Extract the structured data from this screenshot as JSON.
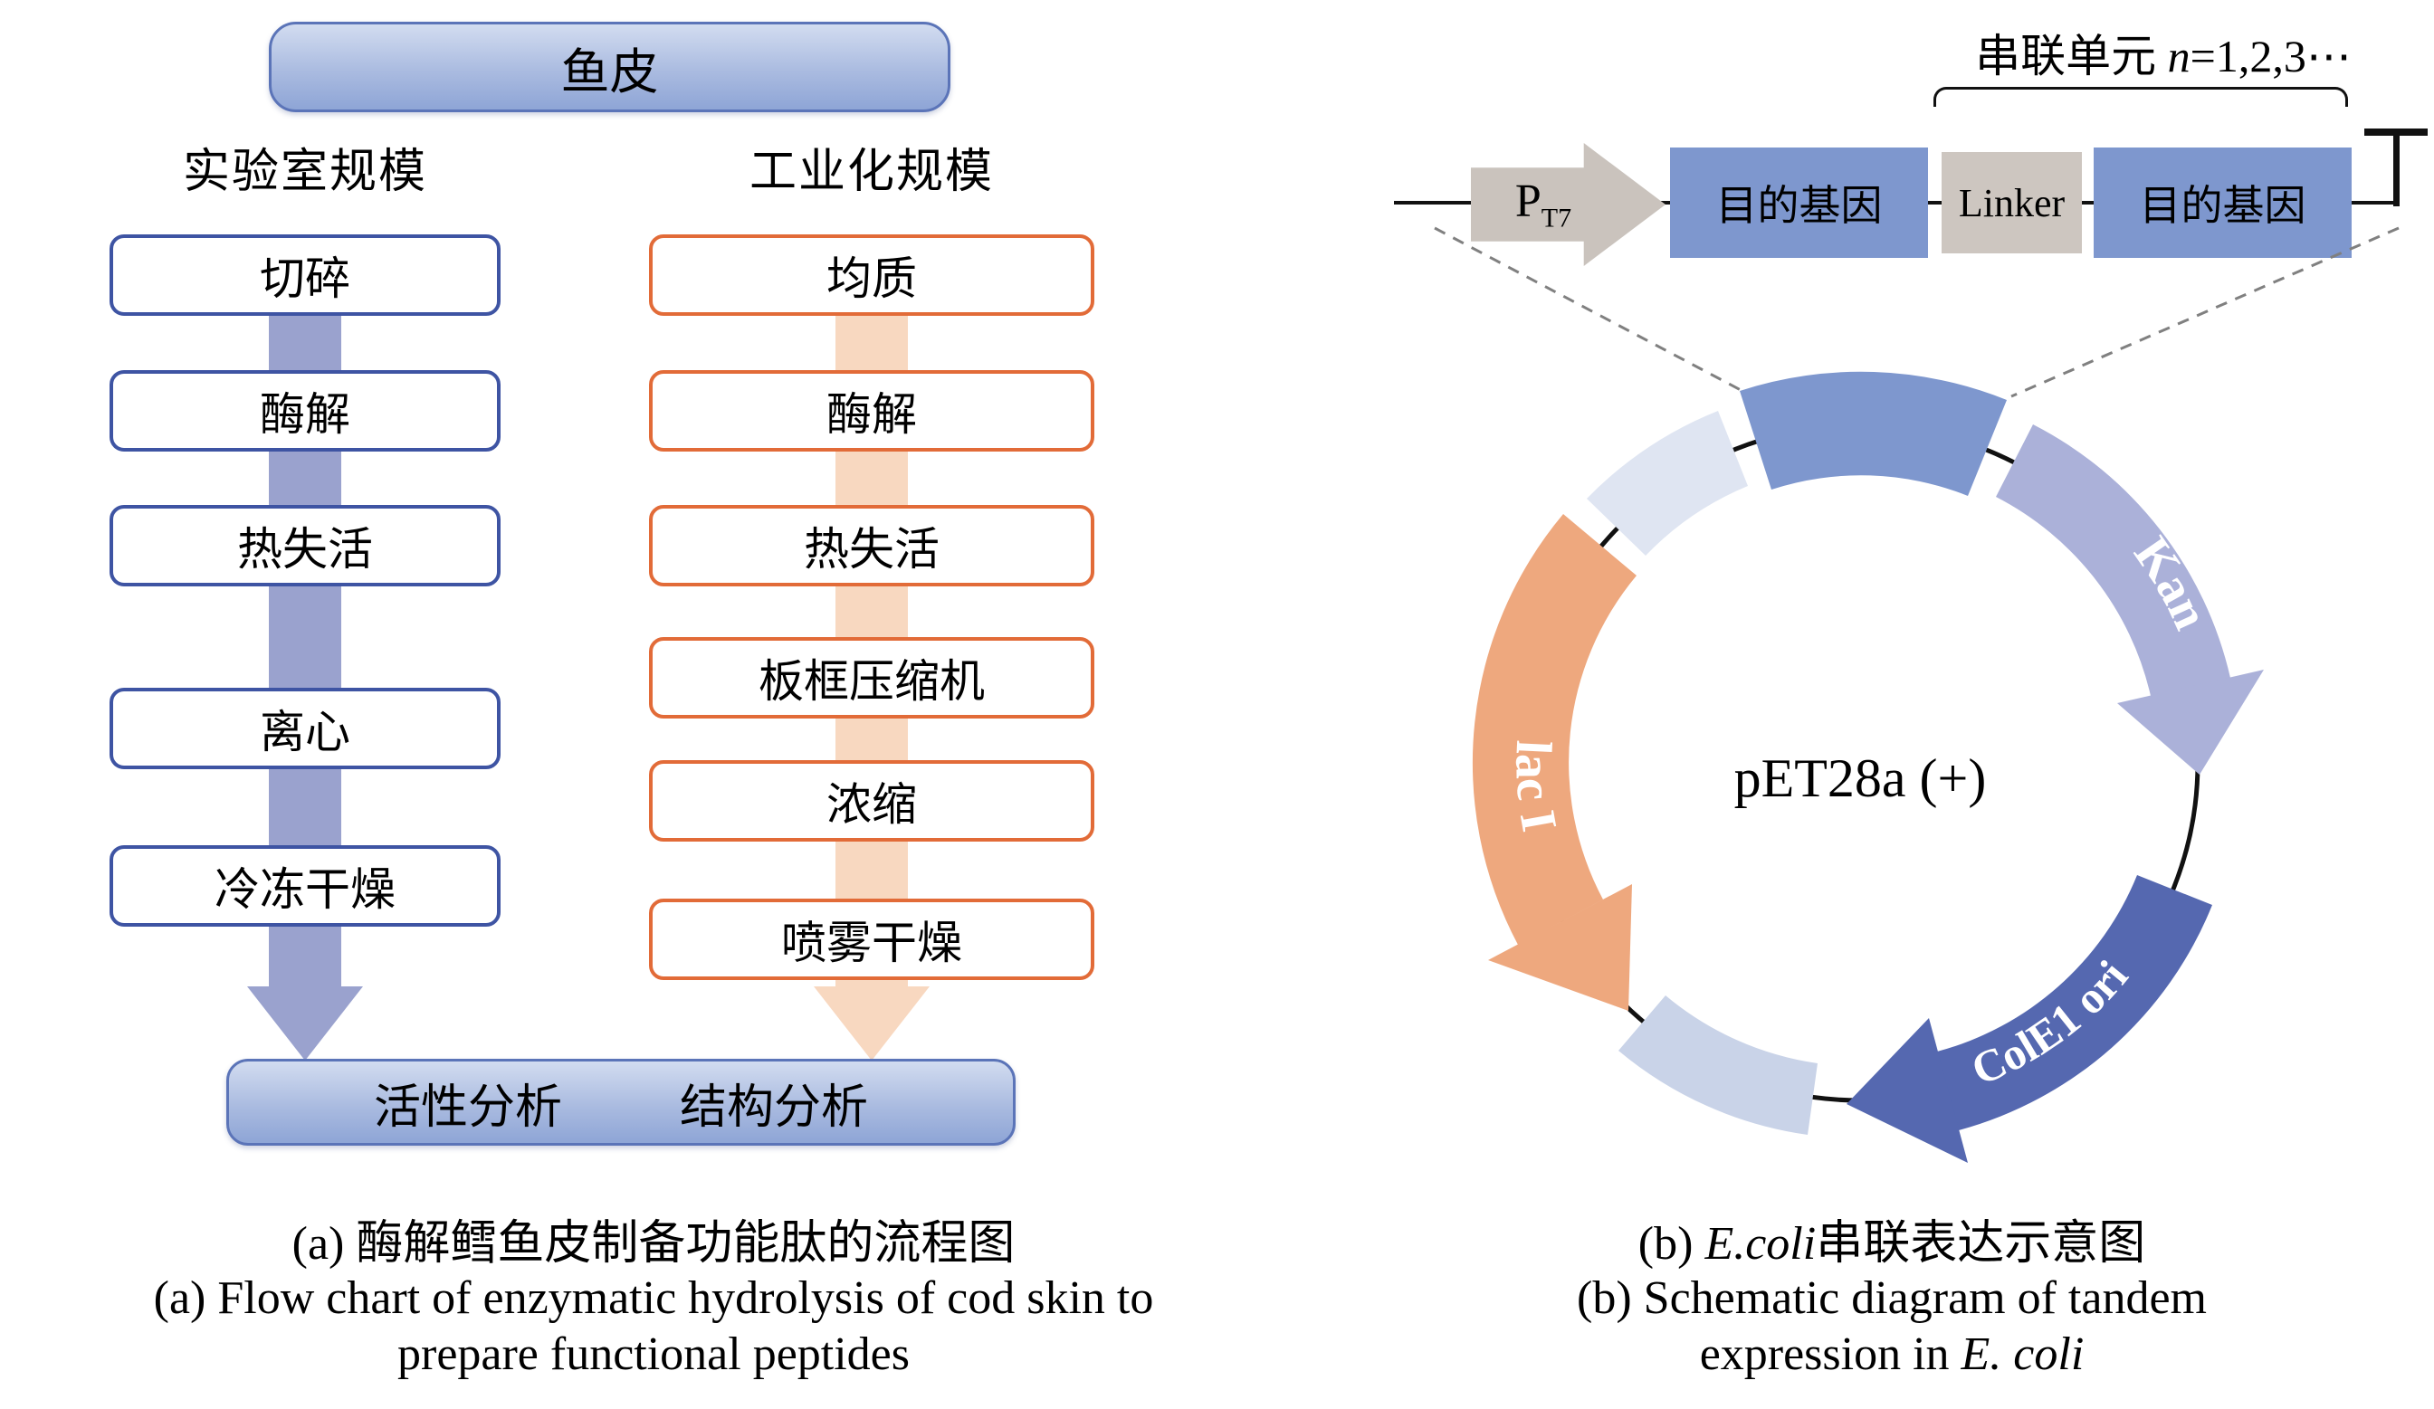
{
  "panel_a": {
    "top_box": "鱼皮",
    "left_column": {
      "header": "实验室规模",
      "steps": [
        "切碎",
        "酶解",
        "热失活",
        "离心",
        "冷冻干燥"
      ]
    },
    "right_column": {
      "header": "工业化规模",
      "steps": [
        "均质",
        "酶解",
        "热失活",
        "板框压缩机",
        "浓缩",
        "喷雾干燥"
      ]
    },
    "bottom_box": {
      "left": "活性分析",
      "right": "结构分析"
    },
    "caption_zh": "(a) 酶解鳕鱼皮制备功能肽的流程图",
    "caption_en1": "(a) Flow chart of enzymatic hydrolysis of cod skin to",
    "caption_en2": "prepare functional peptides"
  },
  "panel_b": {
    "tandem_label": {
      "prefix": "串联单元 ",
      "n": "n",
      "suffix": "=1,2,3⋯"
    },
    "construct": {
      "promoter_main": "P",
      "promoter_sub": "T7",
      "gene1": "目的基因",
      "linker": "Linker",
      "gene2": "目的基因"
    },
    "plasmid": {
      "name": "pET28a (+)",
      "lac": "lac I",
      "kan": "Kan",
      "ori": "ColE1 ori"
    },
    "caption_zh": {
      "prefix": "(b) ",
      "italic": "E.coli",
      "suffix": "串联表达示意图"
    },
    "caption_en1": "(b) Schematic diagram of tandem",
    "caption_en2": {
      "prefix": "expression in ",
      "italic": "E. coli"
    }
  },
  "colors": {
    "flow_blue_border": "#3e54a3",
    "flow_orange_border": "#e26b38",
    "lab_arrow": "#9aa2ce",
    "industry_arrow": "#f8d8c0",
    "gradient_box_blue": "#8ea5d6",
    "gene_blue": "#7e97ce",
    "linker_gray": "#cdc6c0",
    "lac_orange": "#eea87e",
    "kan_purple": "#abb1d9",
    "ori_blue": "#5568b0",
    "light_segment": "#dfe5f2"
  }
}
